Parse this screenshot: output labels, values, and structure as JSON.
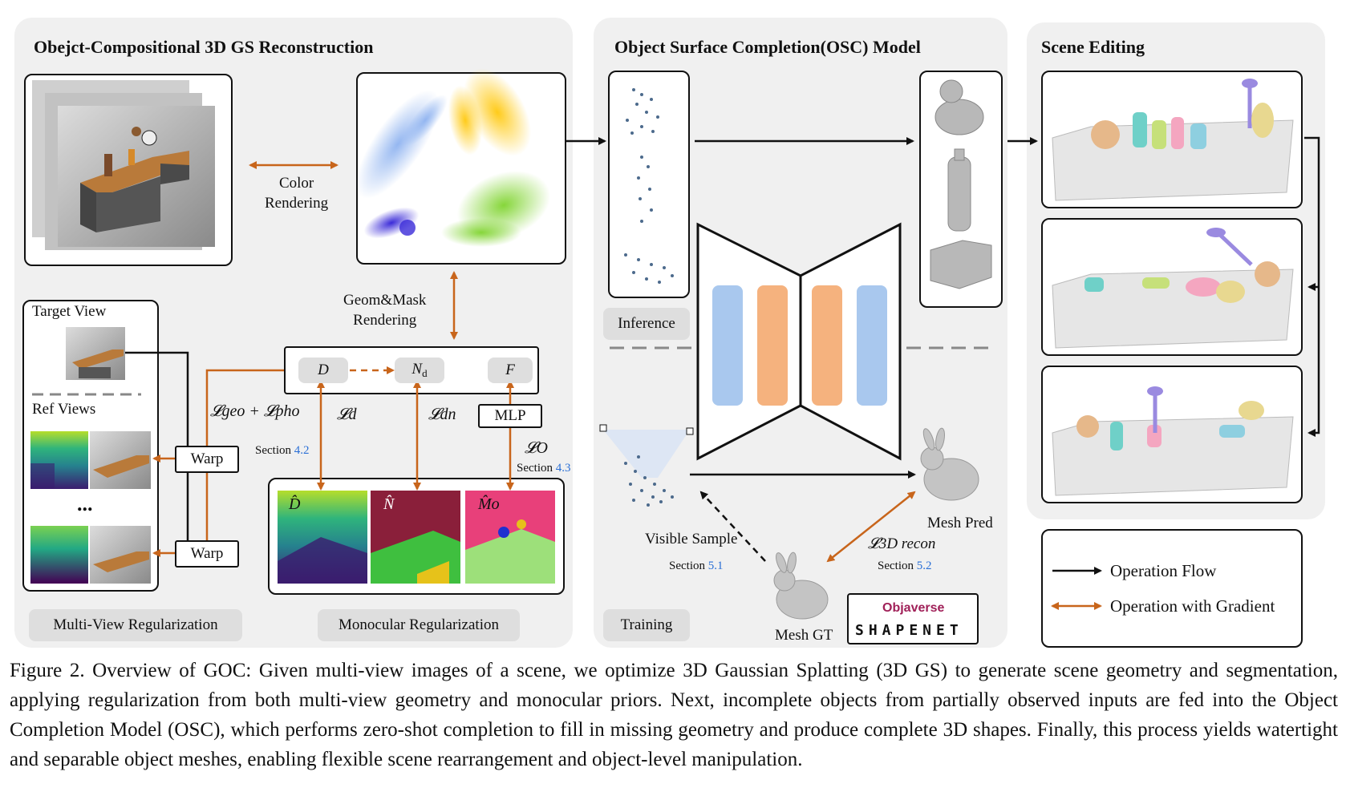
{
  "panels": {
    "reconstruction_title": "Obejct-Compositional 3D GS Reconstruction",
    "osc_title": "Object Surface Completion(OSC) Model",
    "editing_title": "Scene Editing"
  },
  "labels": {
    "color_rendering": "Color\nRendering",
    "geom_mask_rendering": "Geom&Mask\nRendering",
    "target_view": "Target View",
    "ref_views": "Ref Views",
    "ellipsis": "...",
    "warp_1": "Warp",
    "warp_2": "Warp",
    "mlp": "MLP",
    "visible_sample": "Visible Sample",
    "mesh_pred": "Mesh Pred",
    "mesh_gt": "Mesh GT",
    "objaverse": "Objaverse",
    "shapenet": "SHAPENET"
  },
  "math": {
    "D": "D",
    "Nd_base": "N",
    "Nd_sub": "d",
    "F": "F",
    "loss_geo_pho": "𝓛geo + 𝓛pho",
    "loss_d": "𝓛d",
    "loss_dn": "𝓛dn",
    "loss_o": "𝓛O",
    "loss_3d_recon": "𝓛3D recon",
    "D_hat": "D̂",
    "N_hat": "N̂",
    "M_hat": "M̂o"
  },
  "sections": {
    "s42_prefix": "Section ",
    "s42_num": "4.2",
    "s43_prefix": "Section ",
    "s43_num": "4.3",
    "s51_prefix": "Section ",
    "s51_num": "5.1",
    "s52_prefix": "Section ",
    "s52_num": "5.2"
  },
  "pills": {
    "multi_view": "Multi-View Regularization",
    "monocular": "Monocular Regularization",
    "inference": "Inference",
    "training": "Training"
  },
  "legend": {
    "flow": "Operation Flow",
    "gradient": "Operation with Gradient"
  },
  "caption": "Figure 2. Overview of GOC: Given multi-view images of a scene, we optimize 3D Gaussian Splatting (3D GS) to generate scene geometry and segmentation, applying regularization from both multi-view geometry and monocular priors. Next, incomplete objects from partially observed inputs are fed into the Object Completion Model (OSC), which performs zero-shot completion to fill in missing geometry and produce complete 3D shapes. Finally, this process yields watertight and separable object meshes, enabling flexible scene rearrangement and object-level manipulation.",
  "colors": {
    "gradient_arrow": "#c8651b",
    "flow_arrow": "#111111",
    "panel_bg": "#f0f0f0",
    "pill_bg": "#dedede",
    "encoder_blue": "#a9c8ee",
    "encoder_orange": "#f5b27e",
    "section_link": "#2a6fd6"
  }
}
